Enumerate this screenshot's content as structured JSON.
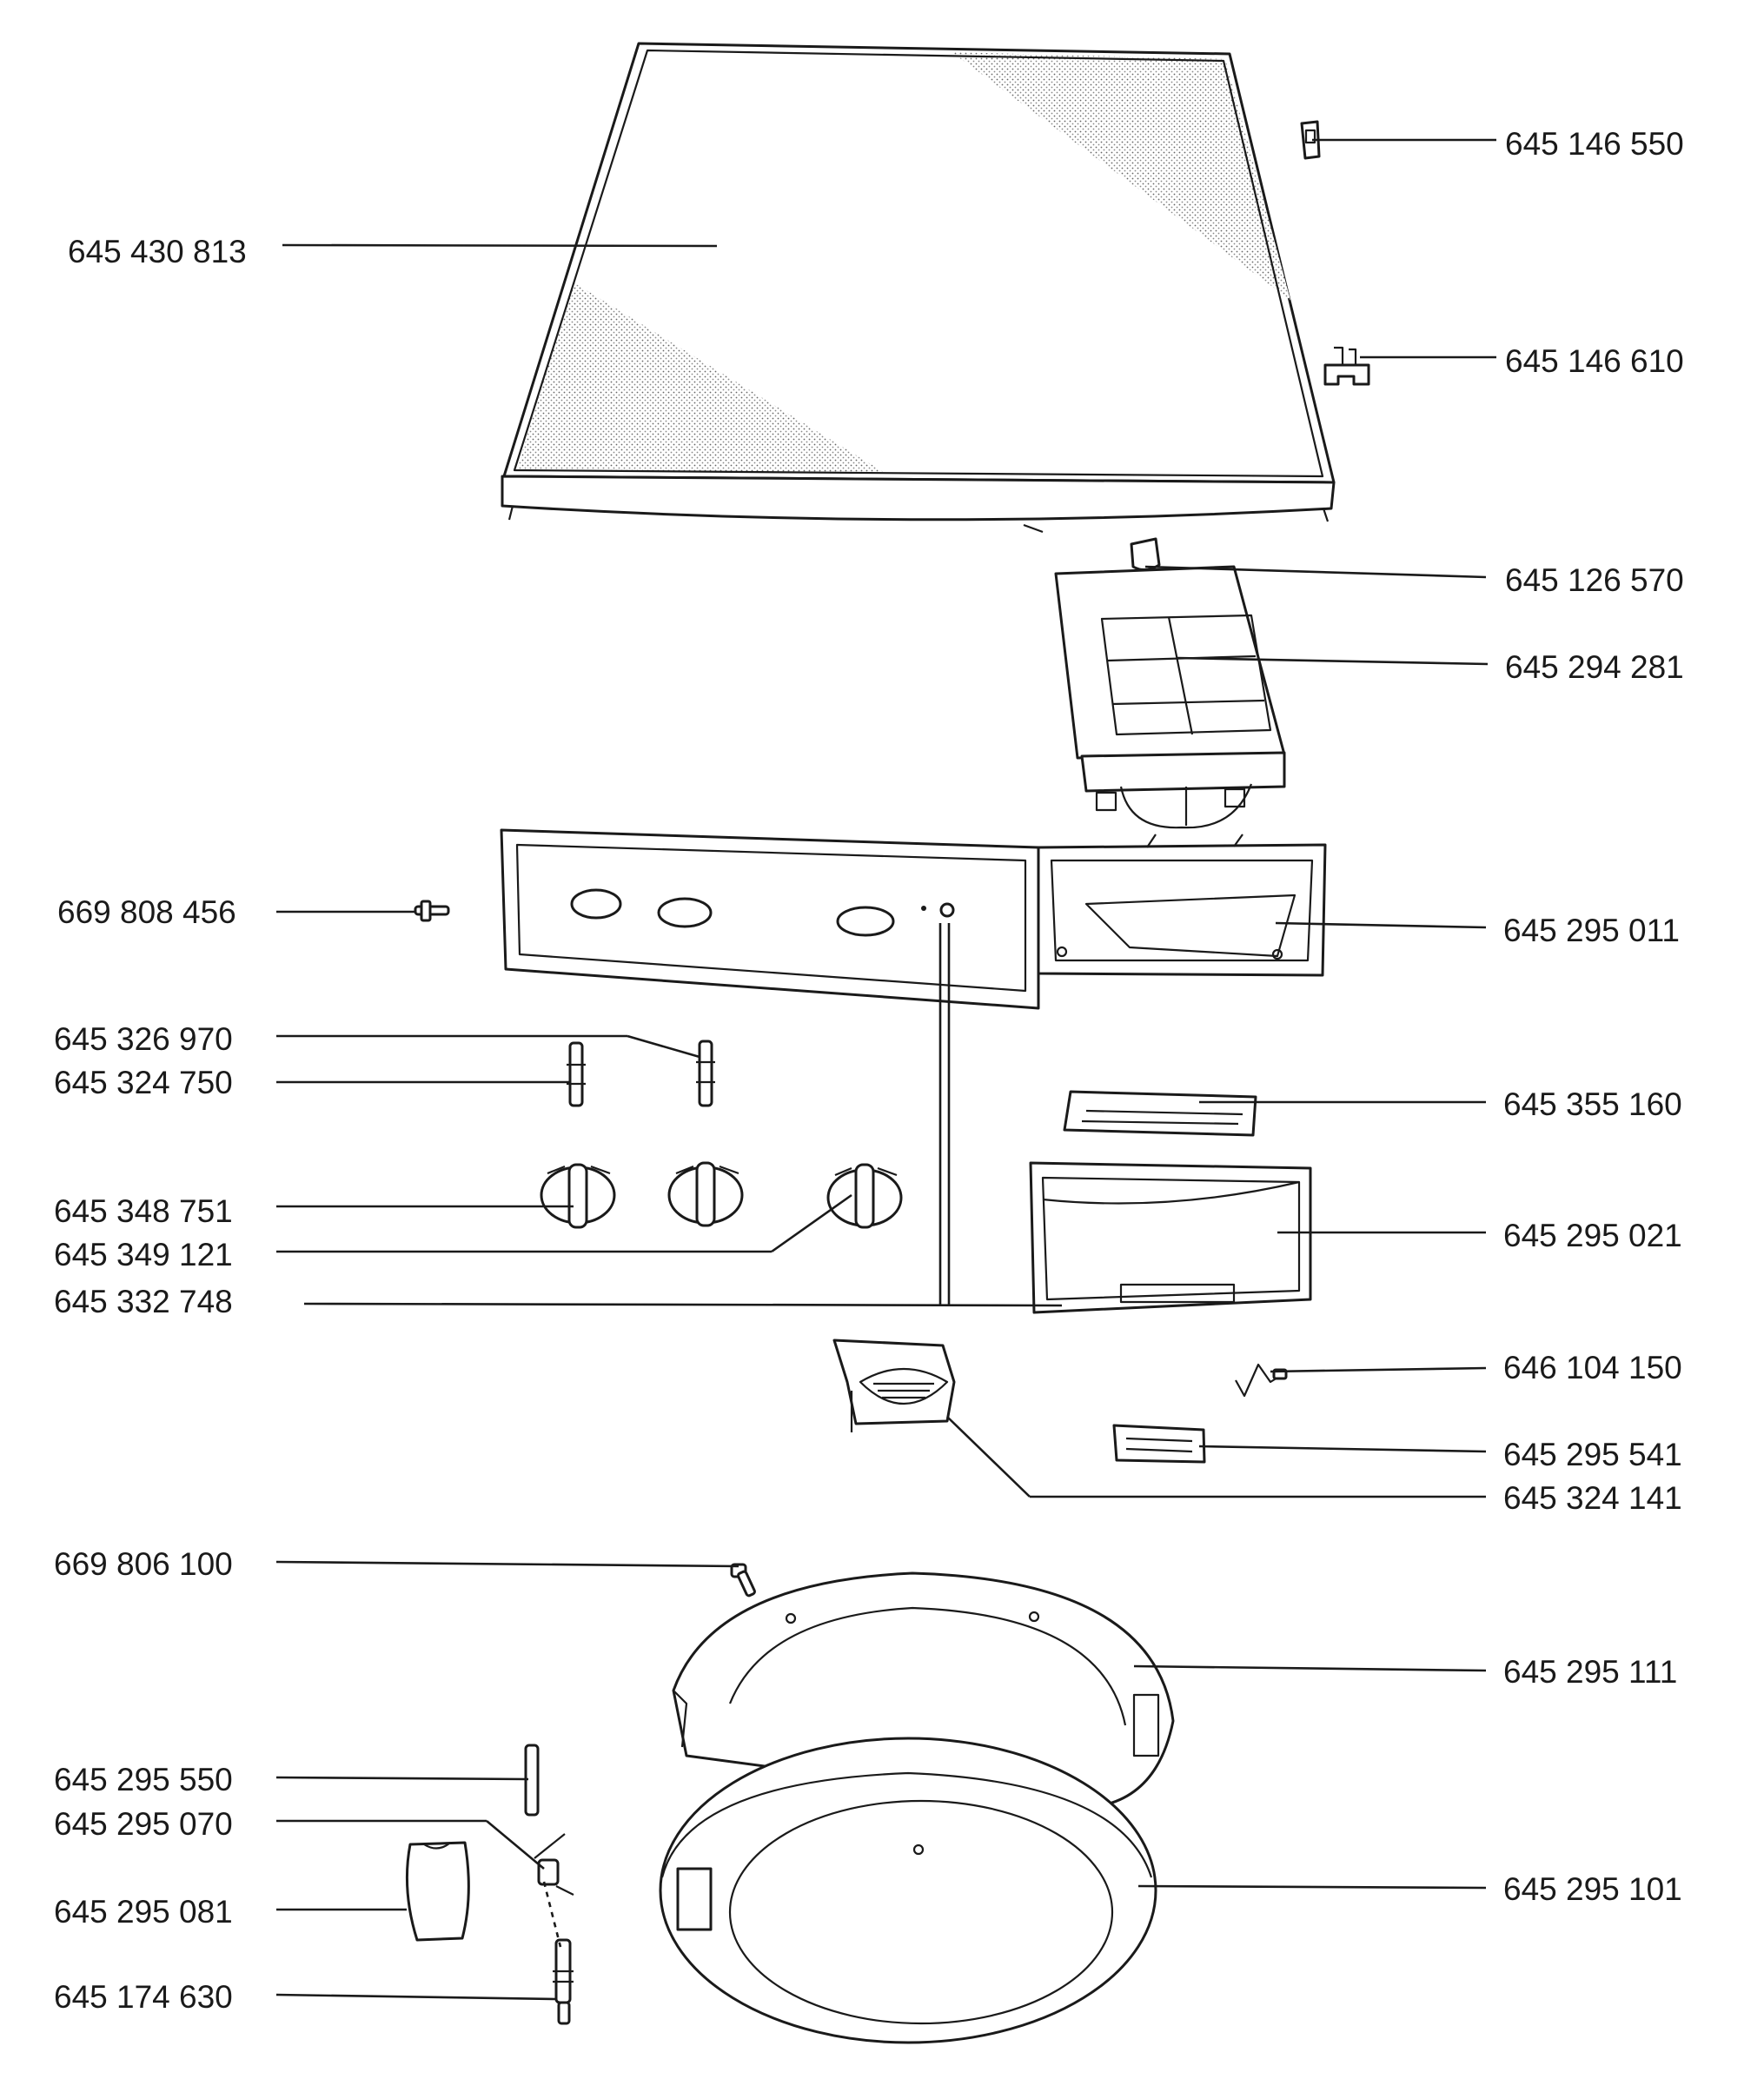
{
  "diagram": {
    "parts": [
      {
        "id": "p01",
        "number": "645 430 813"
      },
      {
        "id": "p02",
        "number": "645 146 550"
      },
      {
        "id": "p03",
        "number": "645 146 610"
      },
      {
        "id": "p04",
        "number": "645 126 570"
      },
      {
        "id": "p05",
        "number": "645 294 281"
      },
      {
        "id": "p06",
        "number": "669 808 456"
      },
      {
        "id": "p07",
        "number": "645 295 011"
      },
      {
        "id": "p08",
        "number": "645 326 970"
      },
      {
        "id": "p09",
        "number": "645 324 750"
      },
      {
        "id": "p10",
        "number": "645 355 160"
      },
      {
        "id": "p11",
        "number": "645 348 751"
      },
      {
        "id": "p12",
        "number": "645 295 021"
      },
      {
        "id": "p13",
        "number": "645 349 121"
      },
      {
        "id": "p14",
        "number": "645 332 748"
      },
      {
        "id": "p15",
        "number": "646 104 150"
      },
      {
        "id": "p16",
        "number": "645 295 541"
      },
      {
        "id": "p17",
        "number": "645 324 141"
      },
      {
        "id": "p18",
        "number": "669 806 100"
      },
      {
        "id": "p19",
        "number": "645 295 111"
      },
      {
        "id": "p20",
        "number": "645 295 550"
      },
      {
        "id": "p21",
        "number": "645 295 070"
      },
      {
        "id": "p22",
        "number": "645 295 081"
      },
      {
        "id": "p23",
        "number": "645 295 101"
      },
      {
        "id": "p24",
        "number": "645 174 630"
      }
    ]
  }
}
